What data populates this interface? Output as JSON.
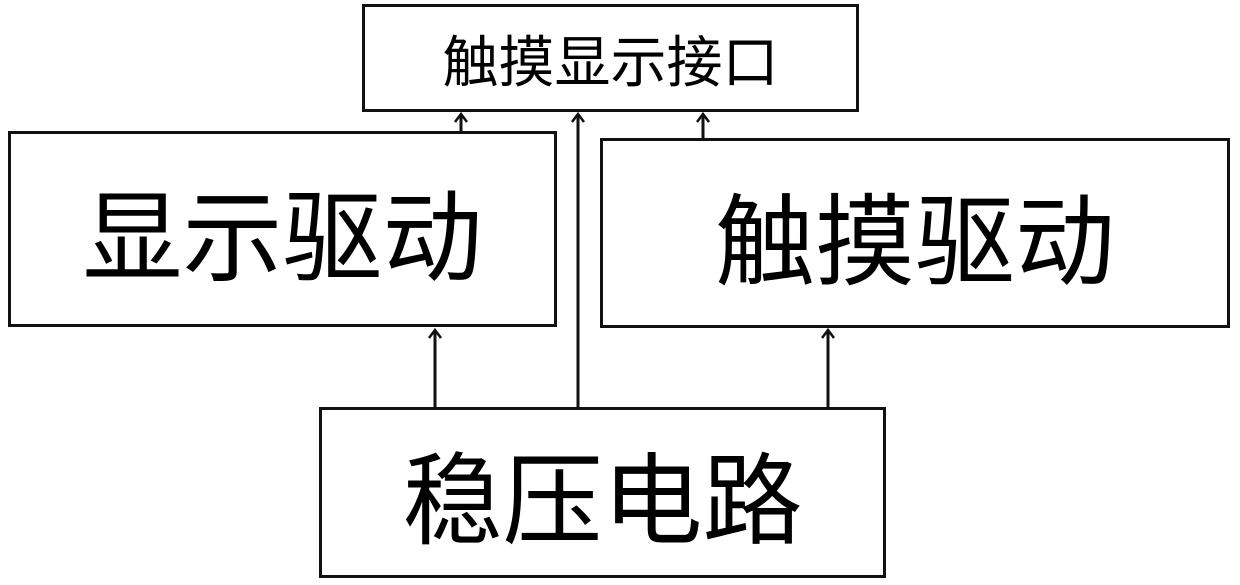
{
  "diagram": {
    "nodes": {
      "interface": {
        "label": "触摸显示接口"
      },
      "display_driver": {
        "label": "显示驱动"
      },
      "touch_driver": {
        "label": "触摸驱动"
      },
      "regulator": {
        "label": "稳压电路"
      }
    },
    "edges": [
      {
        "from": "display_driver",
        "to": "interface"
      },
      {
        "from": "regulator",
        "to": "interface"
      },
      {
        "from": "touch_driver",
        "to": "interface"
      },
      {
        "from": "regulator",
        "to": "display_driver"
      },
      {
        "from": "regulator",
        "to": "touch_driver"
      }
    ],
    "colors": {
      "line": "#111111",
      "background": "#ffffff"
    }
  }
}
